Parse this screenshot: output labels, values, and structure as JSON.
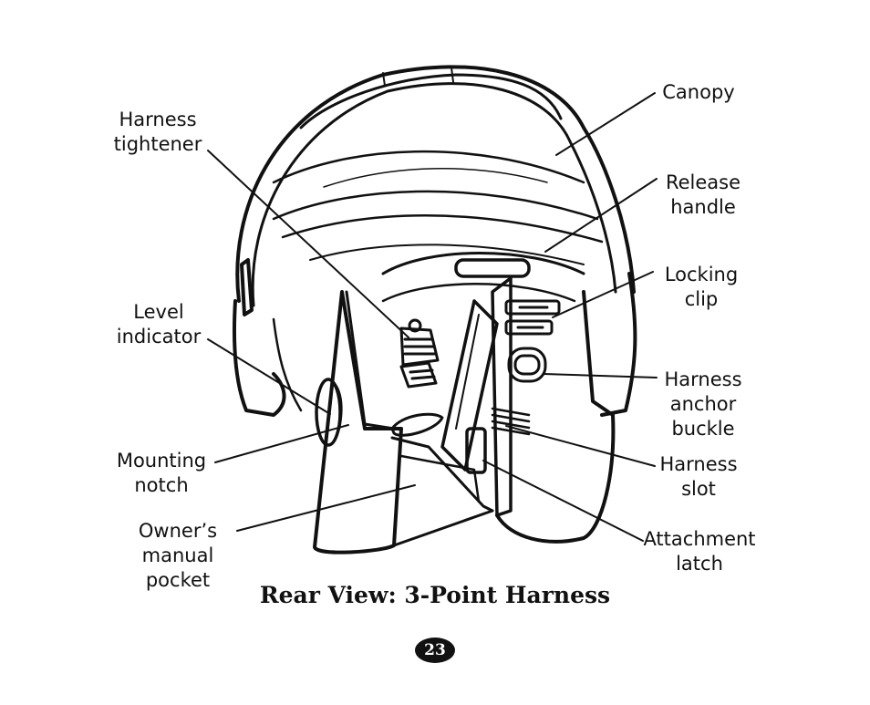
{
  "labels": {
    "canopy": "Canopy",
    "harness_tightener": "Harness\ntightener",
    "release_handle": "Release\nhandle",
    "locking_clip": "Locking\nclip",
    "level_indicator": "Level\nindicator",
    "harness_anchor_buckle": "Harness\nanchor\nbuckle",
    "mounting_notch": "Mounting\nnotch",
    "harness_slot": "Harness\nslot",
    "owners_manual_pocket": "Owner’s\nmanual\npocket",
    "attachment_latch": "Attachment\nlatch"
  },
  "caption": "Rear View: 3-Point Harness",
  "page_number": "23"
}
